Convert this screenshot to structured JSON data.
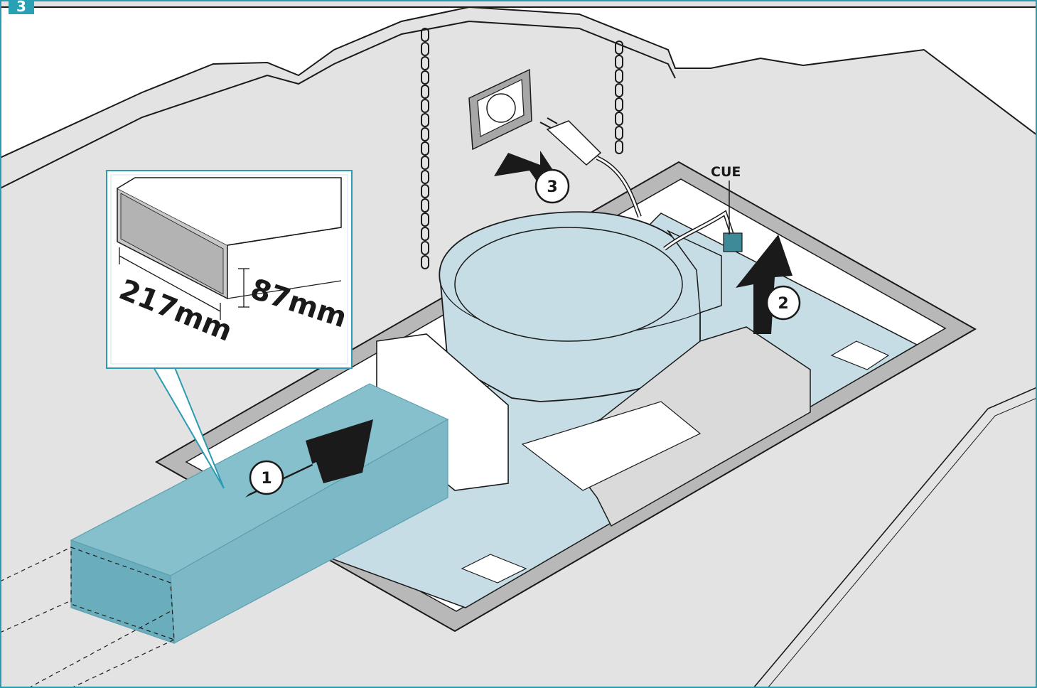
{
  "step": {
    "number": "3"
  },
  "callout": {
    "width_value": "217mm",
    "height_value": "87mm"
  },
  "labels": {
    "cue": "CUE"
  },
  "steps": [
    {
      "number": "1"
    },
    {
      "number": "2"
    },
    {
      "number": "3"
    }
  ],
  "colors": {
    "accent": "#2a9bb0",
    "ceiling": "#e3e3e3",
    "panel": "#c7dde6",
    "duct": "#7db8c6",
    "line": "#1a1a1a",
    "step_badge": "#2aa0b4"
  }
}
